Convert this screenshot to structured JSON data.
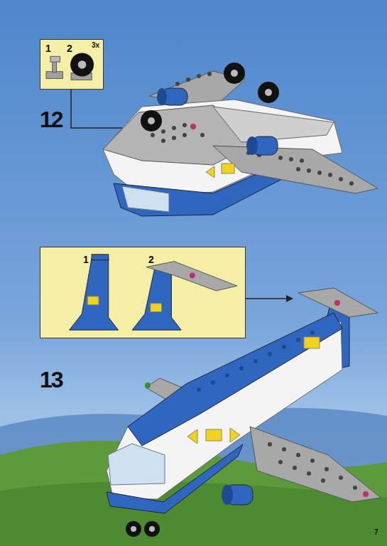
{
  "diagram": {
    "nodes": [
      {
        "text": [
          "1",
          "2",
          "3x"
        ]
      },
      {
        "text": [
          "1",
          "2"
        ]
      }
    ],
    "labels": [
      "12",
      "13",
      "7"
    ]
  }
}
